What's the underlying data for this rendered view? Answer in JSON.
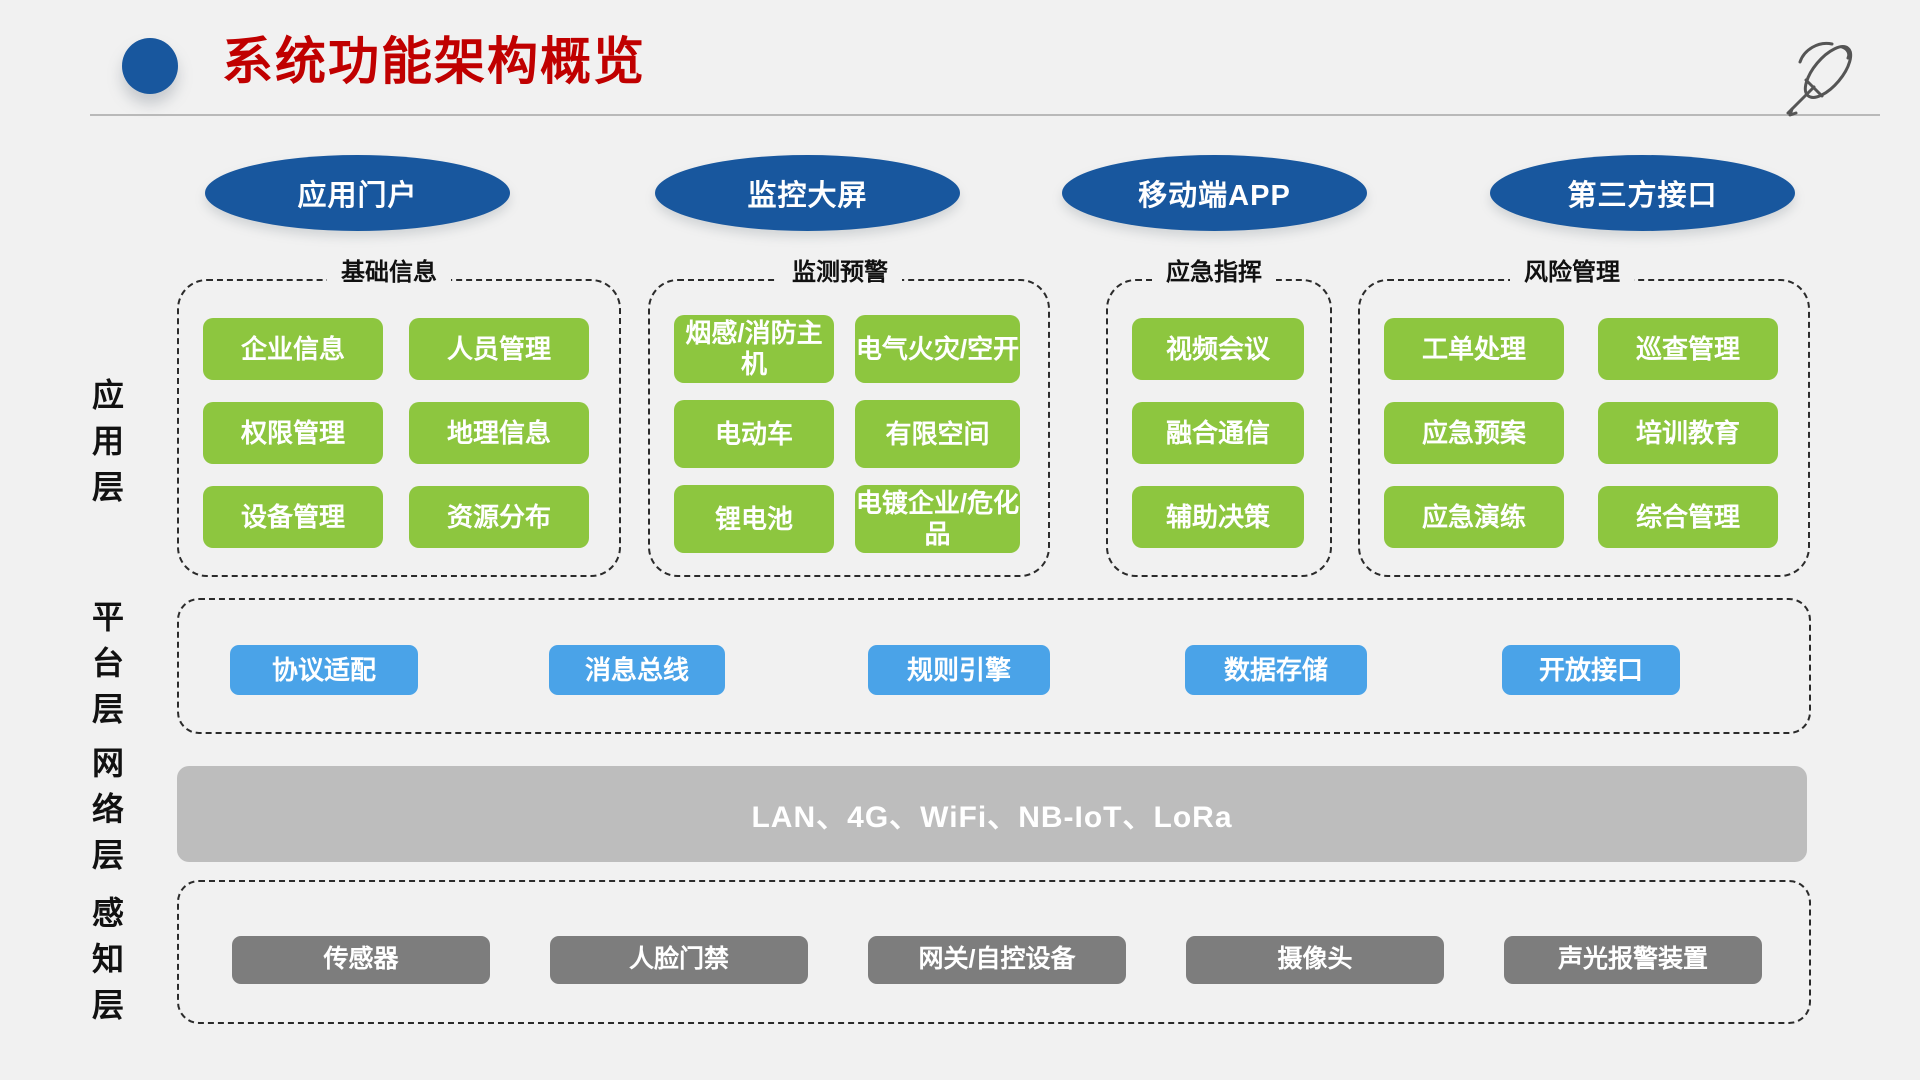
{
  "header": {
    "title": "系统功能架构概览",
    "bullet_color": "#18579e",
    "title_color": "#c00000",
    "pen_icon": "pen-icon"
  },
  "portals": [
    {
      "label": "应用门户"
    },
    {
      "label": "监控大屏"
    },
    {
      "label": "移动端APP"
    },
    {
      "label": "第三方接口"
    }
  ],
  "layer_labels": [
    {
      "name": "application",
      "chars": [
        "应",
        "用",
        "层"
      ]
    },
    {
      "name": "platform",
      "chars": [
        "平",
        "台",
        "层"
      ]
    },
    {
      "name": "network",
      "chars": [
        "网",
        "络",
        "层"
      ]
    },
    {
      "name": "sense",
      "chars": [
        "感",
        "知",
        "层"
      ]
    }
  ],
  "application_layer": {
    "color": "#8dc63f",
    "groups": [
      {
        "title": "基础信息",
        "columns": 2,
        "items": [
          "企业信息",
          "人员管理",
          "权限管理",
          "地理信息",
          "设备管理",
          "资源分布"
        ]
      },
      {
        "title": "监测预警",
        "columns": 2,
        "items": [
          "烟感/消防主机",
          "电气火灾/空开",
          "电动车",
          "有限空间",
          "锂电池",
          "电镀企业/危化品"
        ]
      },
      {
        "title": "应急指挥",
        "columns": 1,
        "items": [
          "视频会议",
          "融合通信",
          "辅助决策"
        ]
      },
      {
        "title": "风险管理",
        "columns": 2,
        "items": [
          "工单处理",
          "巡查管理",
          "应急预案",
          "培训教育",
          "应急演练",
          "综合管理"
        ]
      }
    ]
  },
  "platform_layer": {
    "color": "#4aa3e8",
    "items": [
      "协议适配",
      "消息总线",
      "规则引擎",
      "数据存储",
      "开放接口"
    ]
  },
  "network_layer": {
    "color": "#bdbdbd",
    "label": "LAN、4G、WiFi、NB-IoT、LoRa"
  },
  "sense_layer": {
    "color": "#7d7d7d",
    "items": [
      "传感器",
      "人脸门禁",
      "网关/自控设备",
      "摄像头",
      "声光报警装置"
    ]
  }
}
